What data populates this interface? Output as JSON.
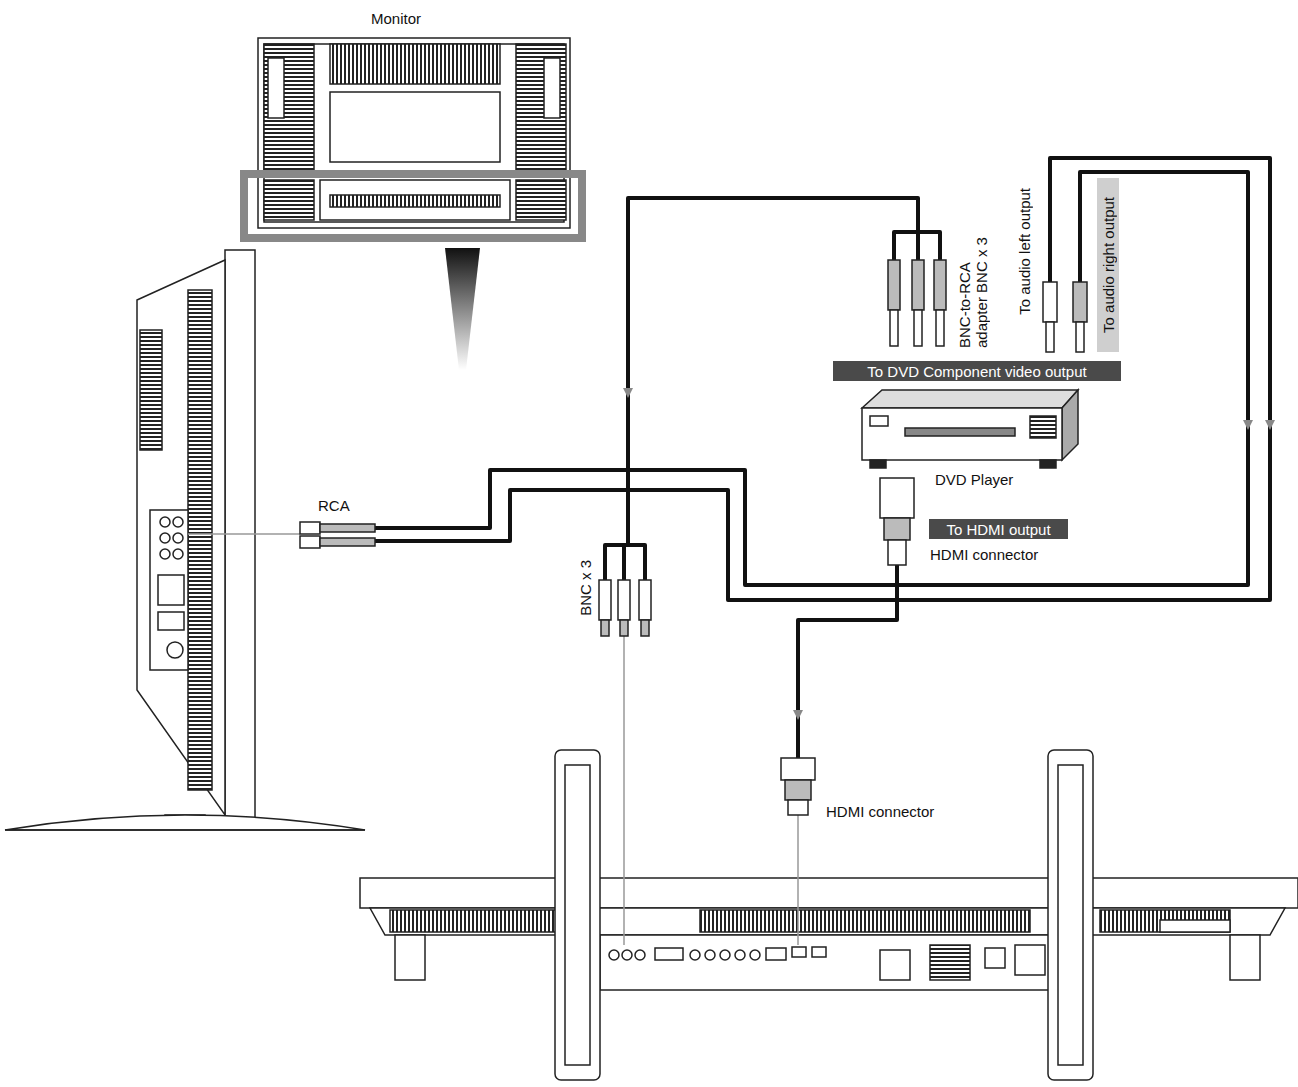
{
  "diagram": {
    "nodes": [
      {
        "text": [
          "To audio right output"
        ]
      },
      {
        "text": [
          "To DVD Component video output"
        ]
      },
      {
        "text": [
          "To HDMI output"
        ]
      }
    ],
    "labels": [
      "Monitor",
      "RCA",
      "BNC x 3",
      "BNC-to-RCA adapter BNC x 3",
      "To audio left output",
      "DVD Player",
      "HDMI connector",
      "HDMI connector"
    ]
  }
}
